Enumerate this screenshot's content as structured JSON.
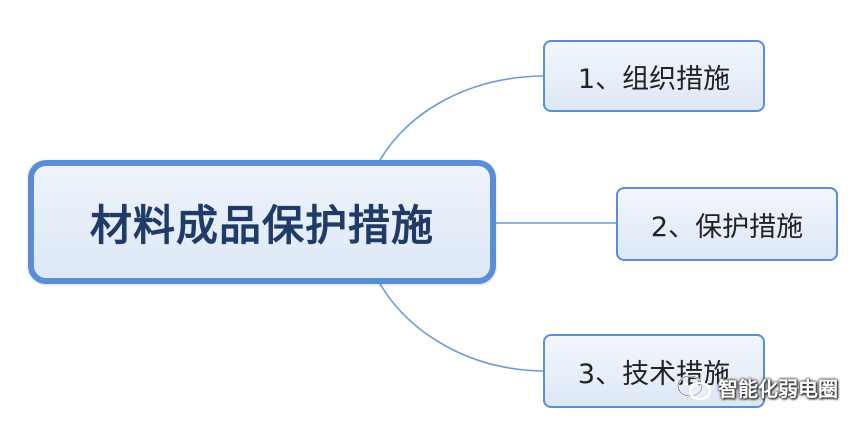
{
  "main_topic": {
    "label": "材料成品保护措施"
  },
  "subtopics": [
    {
      "label": "1、组织措施"
    },
    {
      "label": "2、保护措施"
    },
    {
      "label": "3、技术措施"
    }
  ],
  "watermark": {
    "text": "智能化弱电圈",
    "icon": "wechat-icon"
  },
  "colors": {
    "border": "#5a8ed4",
    "node_fill": "#e6eef9",
    "main_text": "#1f3b66",
    "connector": "#6f9bd6"
  }
}
